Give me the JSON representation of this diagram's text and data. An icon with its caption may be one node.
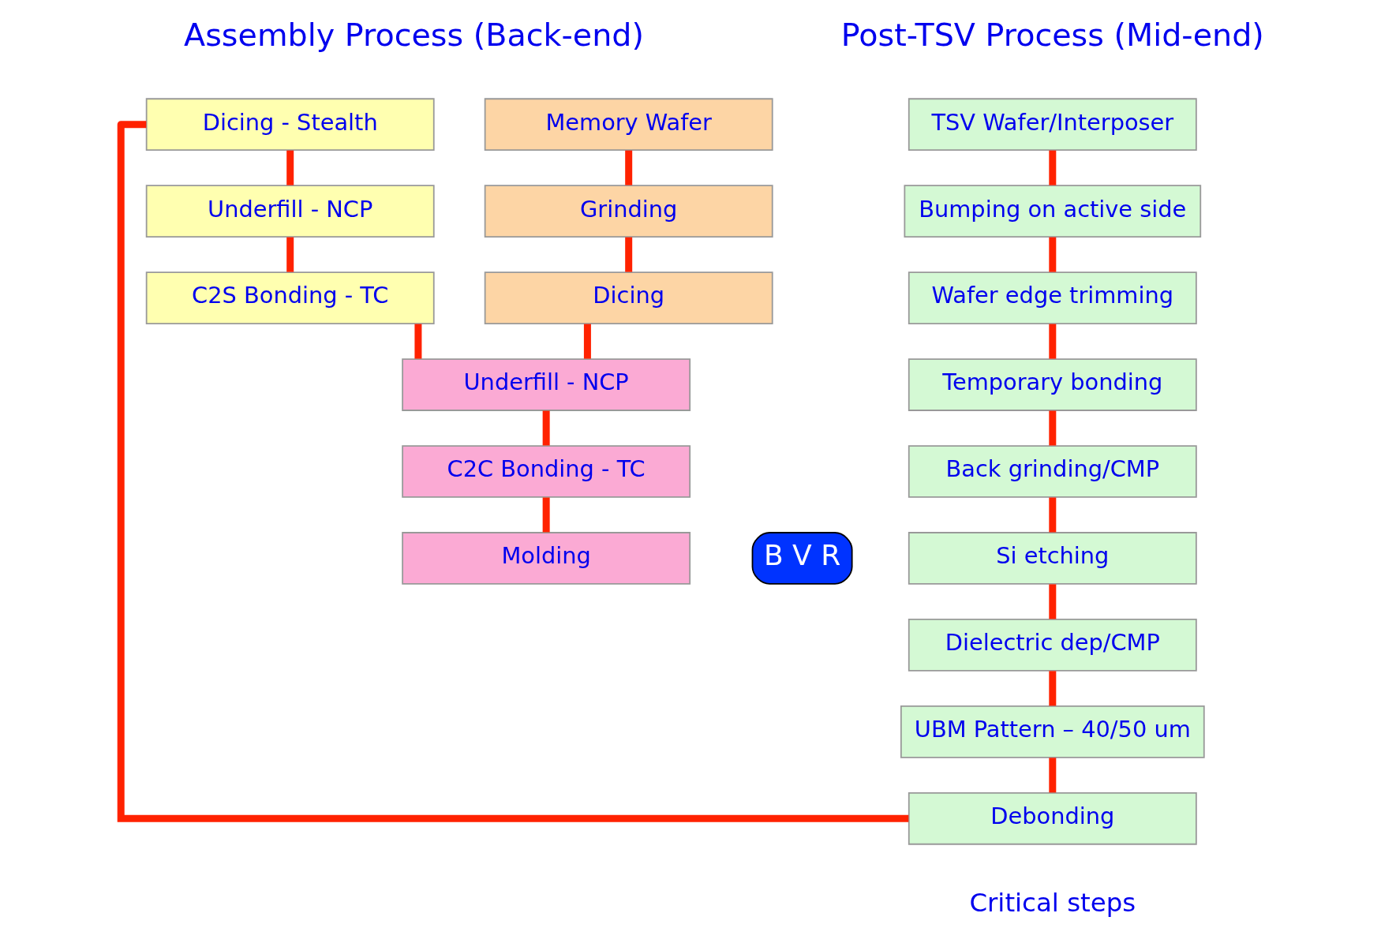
{
  "diagram": {
    "nodes": [
      {
        "text": [
          "TSV Wafer/Interposer"
        ]
      },
      {
        "text": [
          "Bumping on active side"
        ]
      },
      {
        "text": [
          "Wafer edge trimming"
        ]
      },
      {
        "text": [
          "Temporary bonding"
        ]
      },
      {
        "text": [
          "Back grinding/CMP"
        ]
      },
      {
        "text": [
          "Si etching"
        ]
      },
      {
        "text": [
          "Dielectric dep/CMP"
        ]
      },
      {
        "text": [
          "UBM Pattern – 40/50 um"
        ]
      },
      {
        "text": [
          "Debonding"
        ]
      },
      {
        "text": [
          "B V R"
        ]
      },
      {
        "text": [
          "Dicing - Stealth"
        ]
      },
      {
        "text": [
          "Underfill - NCP"
        ]
      },
      {
        "text": [
          "C2S Bonding - TC"
        ]
      },
      {
        "text": [
          "Memory Wafer"
        ]
      },
      {
        "text": [
          "Grinding"
        ]
      },
      {
        "text": [
          "Dicing"
        ]
      },
      {
        "text": [
          "Underfill - NCP"
        ]
      },
      {
        "text": [
          "C2C Bonding - TC"
        ]
      },
      {
        "text": [
          "Molding"
        ]
      }
    ],
    "edges": [
      {
        "from": 0,
        "to": 1,
        "arrow": "none"
      },
      {
        "from": 1,
        "to": 2,
        "arrow": "none"
      },
      {
        "from": 2,
        "to": 3,
        "arrow": "none"
      },
      {
        "from": 3,
        "to": 4,
        "arrow": "none"
      },
      {
        "from": 4,
        "to": 5,
        "arrow": "none"
      },
      {
        "from": 5,
        "to": 6,
        "arrow": "none"
      },
      {
        "from": 6,
        "to": 7,
        "arrow": "none"
      },
      {
        "from": 7,
        "to": 8,
        "arrow": "none"
      },
      {
        "from": 8,
        "to": 10,
        "arrow": "none"
      },
      {
        "from": 10,
        "to": 11,
        "arrow": "none"
      },
      {
        "from": 11,
        "to": 12,
        "arrow": "none"
      },
      {
        "from": 13,
        "to": 14,
        "arrow": "none"
      },
      {
        "from": 14,
        "to": 15,
        "arrow": "none"
      },
      {
        "from": 12,
        "to": 16,
        "arrow": "none"
      },
      {
        "from": 15,
        "to": 16,
        "arrow": "none"
      },
      {
        "from": 16,
        "to": 17,
        "arrow": "none"
      },
      {
        "from": 17,
        "to": 18,
        "arrow": "none"
      }
    ],
    "labels": [
      "Post-TSV Process (Mid-end)",
      "Assembly Process (Back-end)",
      "Critical steps"
    ]
  }
}
